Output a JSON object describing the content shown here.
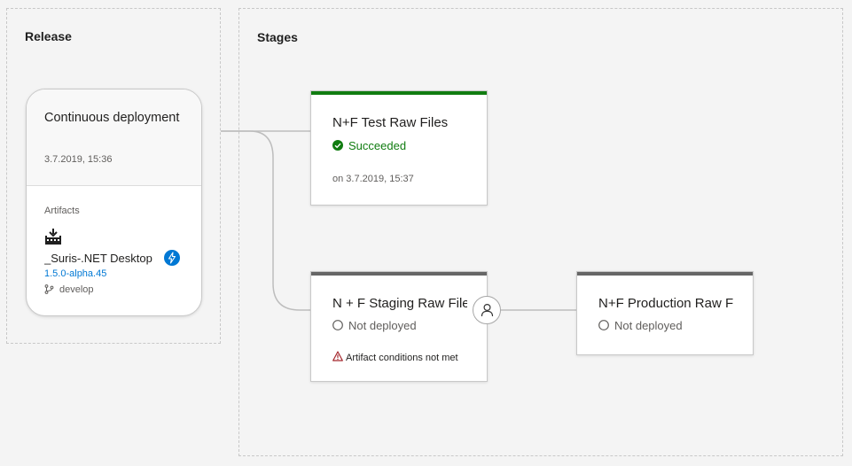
{
  "release": {
    "section_title": "Release",
    "trigger": {
      "title": "Continuous deployment",
      "date": "3.7.2019, 15:36"
    },
    "artifacts_label": "Artifacts",
    "artifact": {
      "icon": "build-artifact-icon",
      "name": "_Suris-.NET Desktop",
      "version": "1.5.0-alpha.45",
      "branch_icon": "branch-icon",
      "branch": "develop",
      "trigger_icon": "lightning-icon"
    }
  },
  "stages": {
    "section_title": "Stages",
    "items": [
      {
        "name": "N+F Test Raw Files",
        "status": "Succeeded",
        "status_icon": "check-circle-icon",
        "detail": "on 3.7.2019, 15:37"
      },
      {
        "name": "N + F Staging Raw Files",
        "status": "Not deployed",
        "status_icon": "empty-circle-icon",
        "warning": "Artifact conditions not met",
        "warning_icon": "warning-triangle-icon"
      },
      {
        "name": "N+F Production Raw Files",
        "status": "Not deployed",
        "status_icon": "empty-circle-icon"
      }
    ]
  },
  "colors": {
    "success": "#107c10",
    "success_bar": "#107c10",
    "neutral_bar": "#666666",
    "link": "#0078d4",
    "warning": "#a4262c",
    "background": "#f4f4f4"
  }
}
